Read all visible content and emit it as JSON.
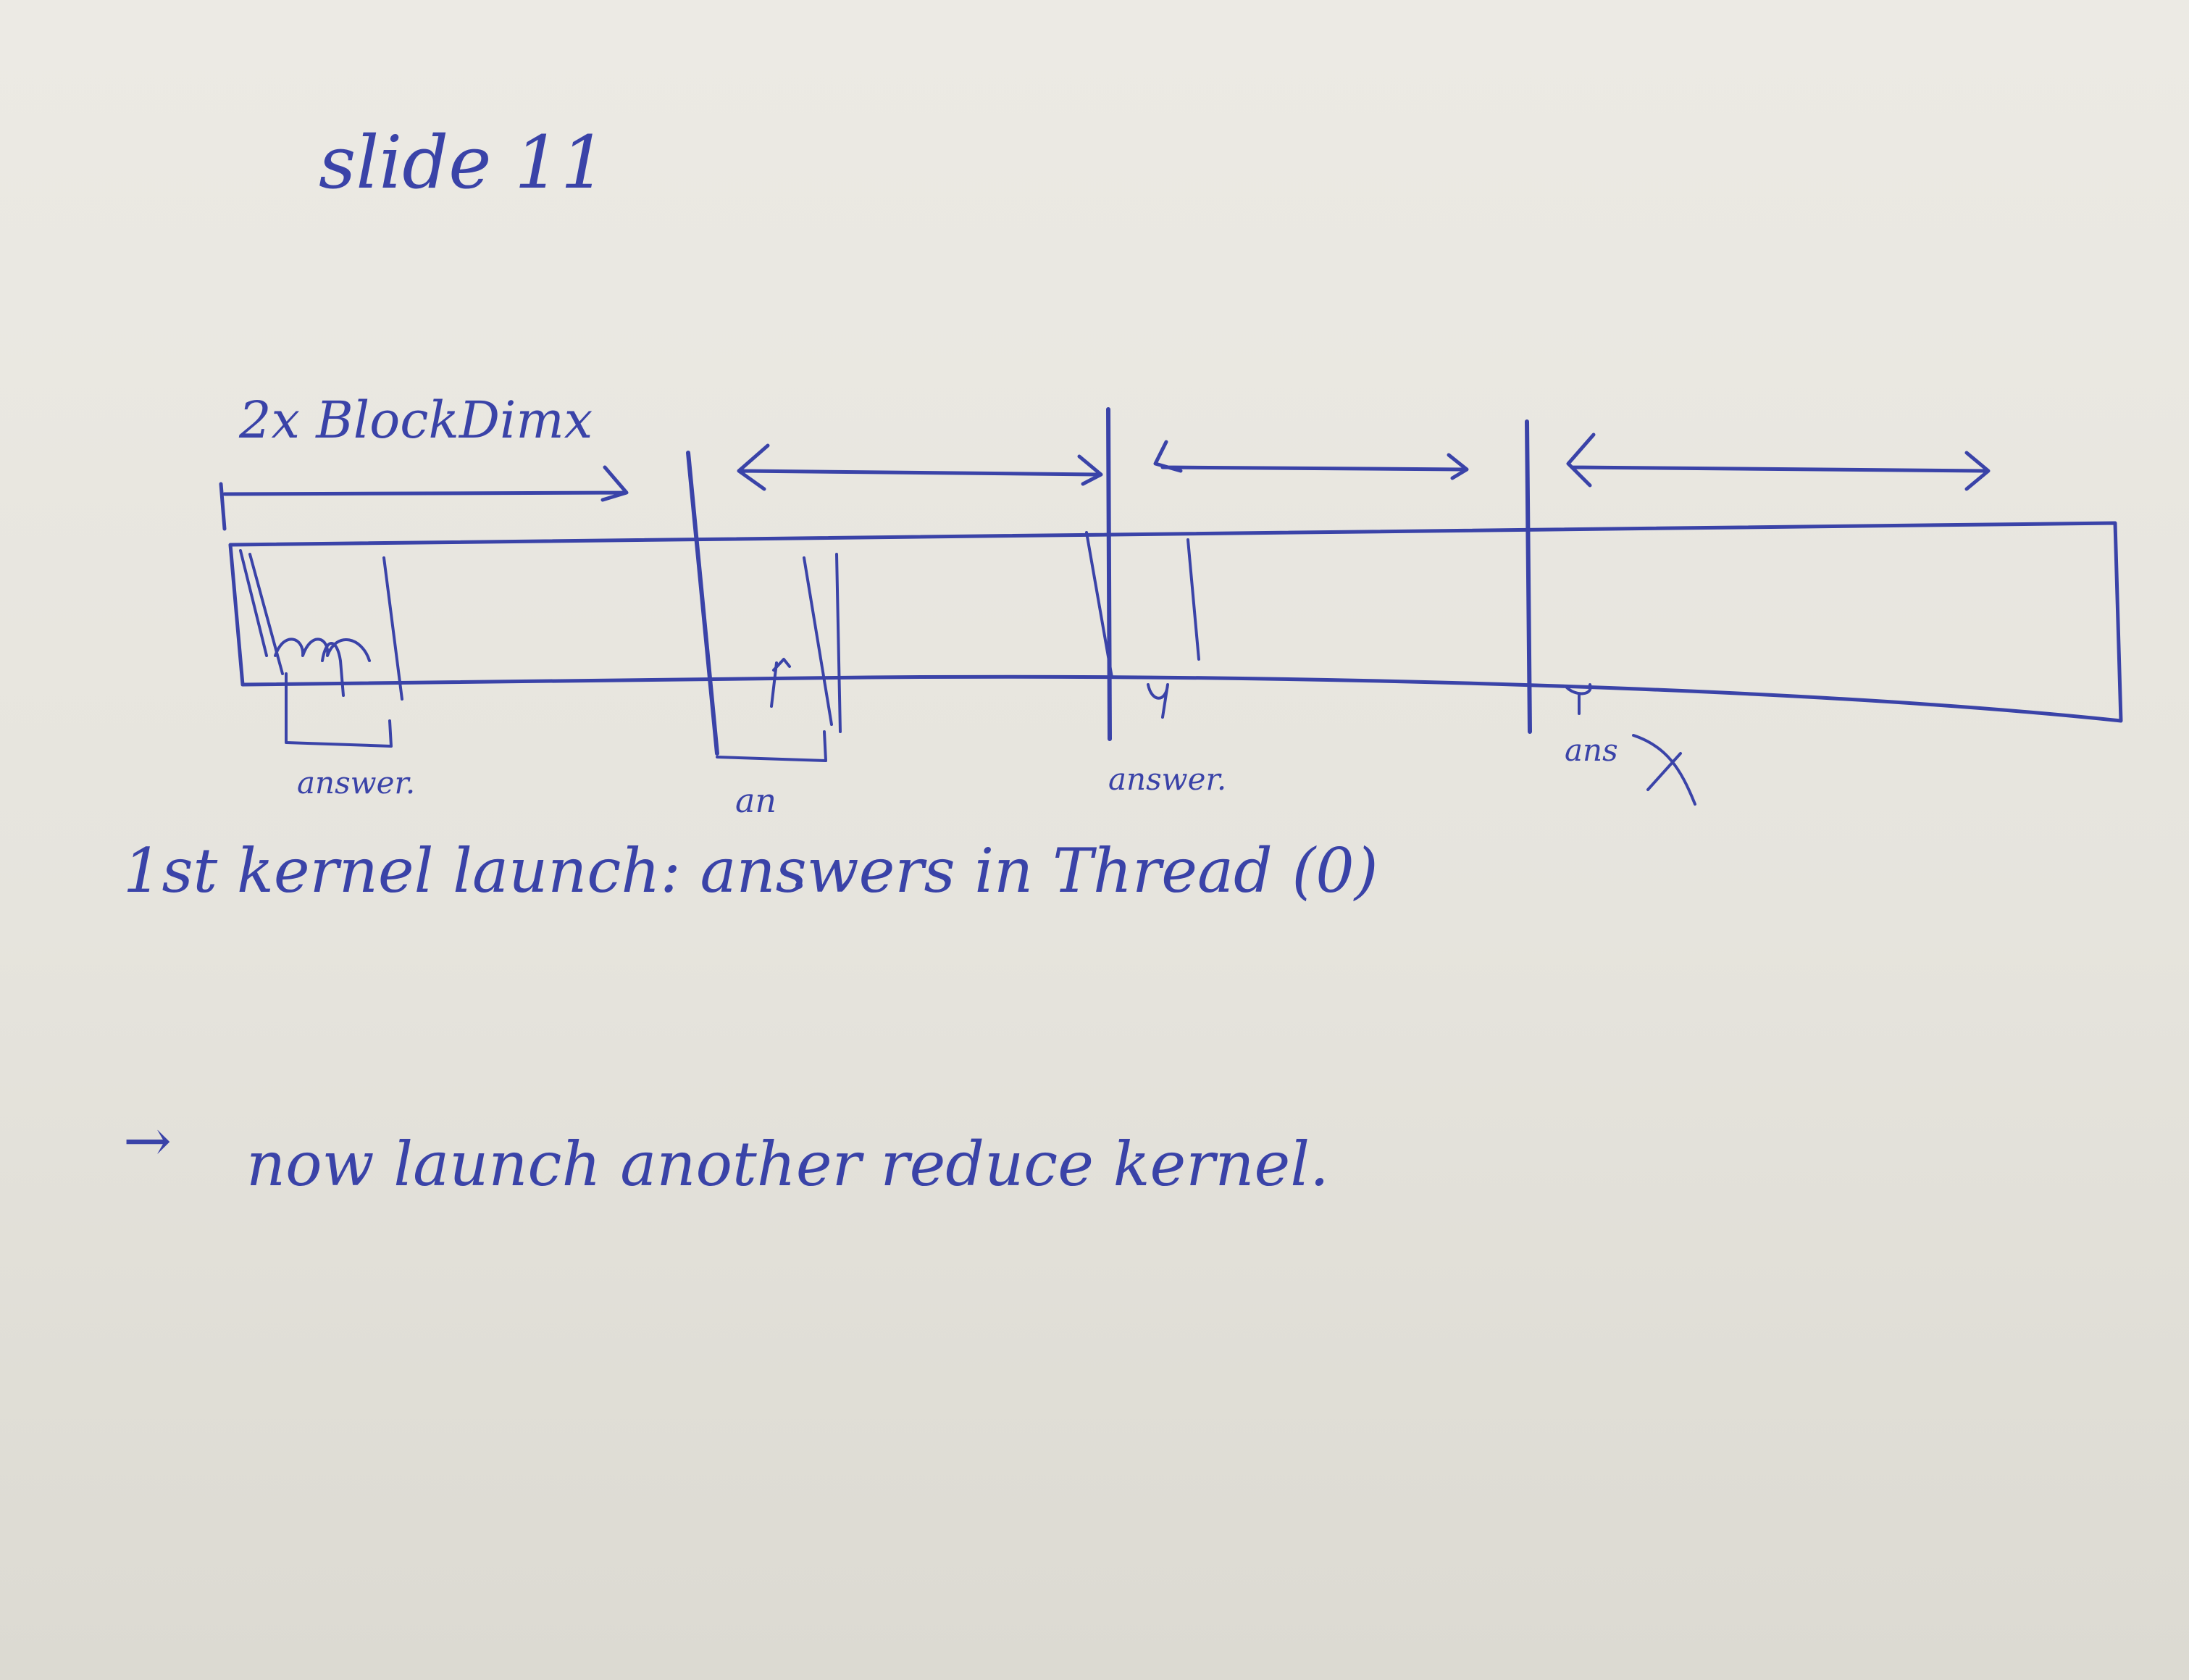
{
  "page_title": "slide 11",
  "diagram": {
    "width_label": "2x BlockDimx",
    "answer_labels": [
      "answer.",
      "an",
      "answer.",
      "ans"
    ]
  },
  "notes": {
    "line1": "1st kernel launch: answers in Thread (0)",
    "line2_arrow": "→",
    "line2": "now launch another reduce kernel."
  },
  "colors": {
    "ink": "#3a43a8",
    "paper": "#e8e6e0"
  }
}
